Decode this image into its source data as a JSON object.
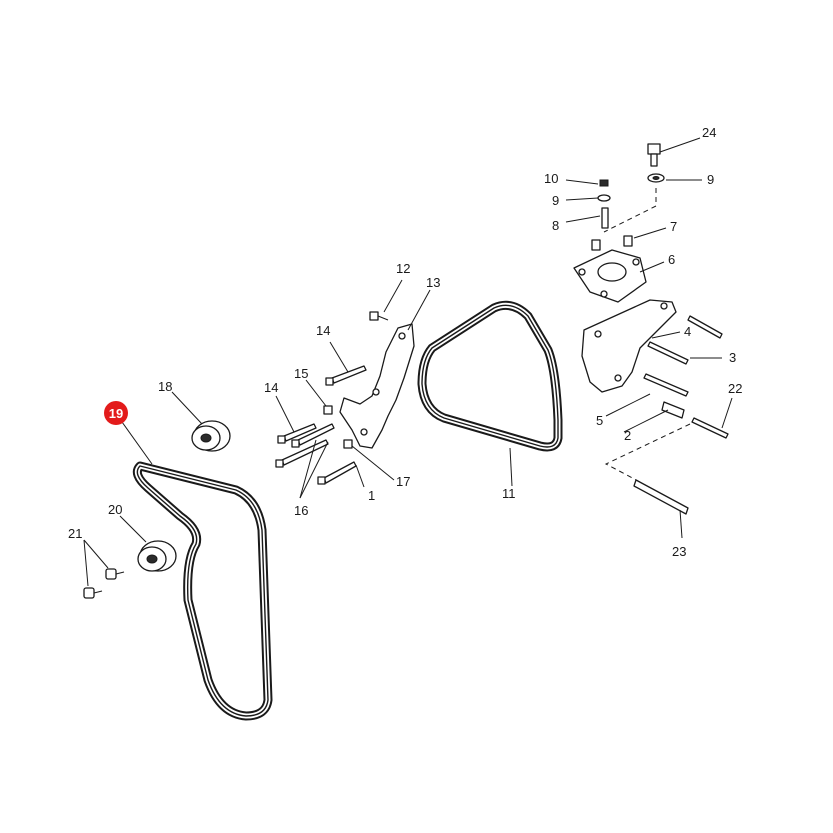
{
  "diagram": {
    "highlighted_part": "19",
    "highlight_color": "#e31b1b",
    "callouts": {
      "c1": "1",
      "c2": "2",
      "c3": "3",
      "c4": "4",
      "c5": "5",
      "c6": "6",
      "c7": "7",
      "c8": "8",
      "c9a": "9",
      "c9b": "9",
      "c10": "10",
      "c11": "11",
      "c12": "12",
      "c13": "13",
      "c14a": "14",
      "c14b": "14",
      "c15": "15",
      "c16": "16",
      "c17": "17",
      "c18": "18",
      "c19": "19",
      "c20": "20",
      "c21": "21",
      "c22": "22",
      "c23": "23",
      "c24": "24"
    }
  }
}
